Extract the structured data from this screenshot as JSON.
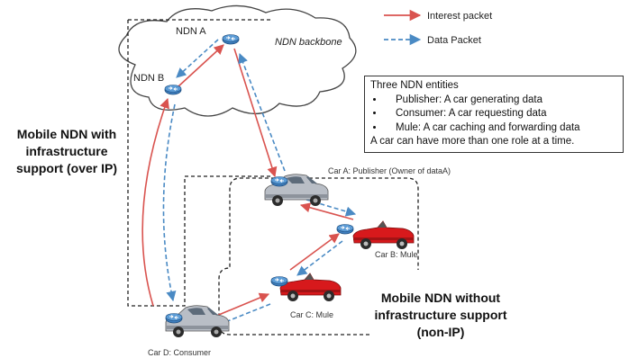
{
  "legend": {
    "interest_label": "Interest packet",
    "data_label": "Data Packet",
    "interest_color": "#d9534f",
    "data_color": "#4a8ac4"
  },
  "cloud": {
    "title": "NDN backbone",
    "nodes": {
      "ndn_a": "NDN A",
      "ndn_b": "NDN B"
    }
  },
  "entities": {
    "title": "Three NDN entities",
    "items": [
      "Publisher: A car generating data",
      "Consumer: A car requesting data",
      "Mule: A car caching and forwarding data"
    ],
    "note": "A car can have more than one role at a time."
  },
  "regions": {
    "infra_label": "Mobile NDN with infrastructure support (over IP)",
    "noninfra_label": "Mobile NDN without infrastructure support (non-IP)"
  },
  "cars": {
    "car_a": "Car A:  Publisher (Owner of dataA)",
    "car_b": "Car B: Mule",
    "car_c": "Car C: Mule",
    "car_d": "Car D: Consumer"
  },
  "icons": {
    "router": "router-icon",
    "silver_car": "silver-car-icon",
    "red_car": "red-convertible-icon"
  }
}
